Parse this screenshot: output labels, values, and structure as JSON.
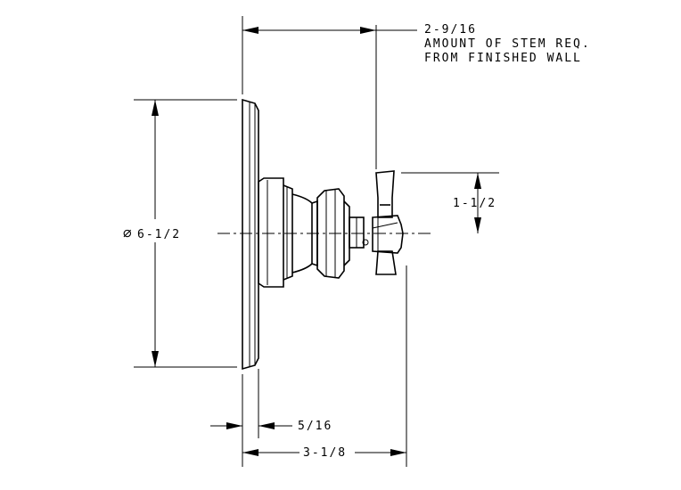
{
  "dimensions": {
    "stem_length": "2-9/16",
    "stem_note_line1": "AMOUNT OF STEM REQ.",
    "stem_note_line2": "FROM FINISHED WALL",
    "handle_height": "1-1/2",
    "plate_diameter": "6-1/2",
    "diameter_symbol": "⌀",
    "plate_thickness": "5/16",
    "overall_depth": "3-1/8"
  }
}
